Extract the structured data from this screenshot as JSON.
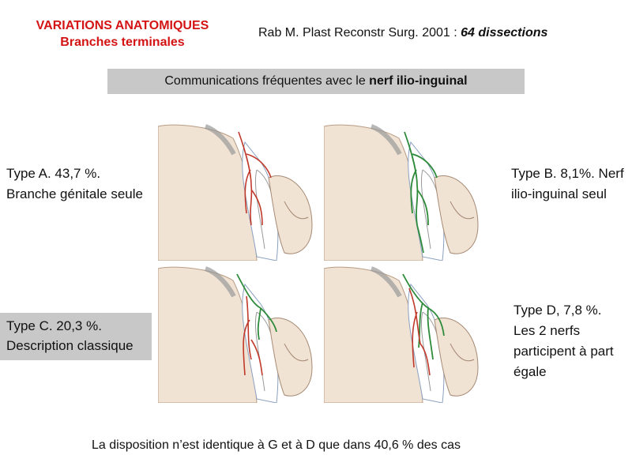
{
  "header": {
    "title_line1": "VARIATIONS ANATOMIQUES",
    "title_line2": "Branches terminales",
    "reference_prefix": "Rab M. Plast Reconstr Surg. 2001 : ",
    "reference_emphasis": "64 dissections"
  },
  "banner": {
    "prefix": "Communications fréquentes avec le ",
    "emphasis": "nerf ilio-inguinal"
  },
  "types": {
    "a": {
      "label": "Type A. 43,7 %. Branche génitale seule"
    },
    "b": {
      "label": "Type B. 8,1%. Nerf ilio-inguinal seul"
    },
    "c": {
      "line1": "Type C. 20,3 %.",
      "line2": "Description classique"
    },
    "d": {
      "label": "Type D, 7,8 %.\n Les 2 nerfs participent à part égale"
    }
  },
  "footer": {
    "text": "La disposition n’est identique à G et à D que dans 40,6 % des cas"
  },
  "colors": {
    "title_red": "#d41414",
    "banner_gray": "#c8c8c8",
    "nerve_red": "#c0392b",
    "nerve_green": "#2e8b3a",
    "skin": "#f1e3d4",
    "skin_shadow": "#d9bfa8"
  },
  "illustrations": [
    {
      "name": "anatomy-illustration-type-a",
      "nerves": [
        "red"
      ]
    },
    {
      "name": "anatomy-illustration-type-b",
      "nerves": [
        "green"
      ]
    },
    {
      "name": "anatomy-illustration-type-c",
      "nerves": [
        "red",
        "green"
      ]
    },
    {
      "name": "anatomy-illustration-type-d",
      "nerves": [
        "red",
        "green"
      ]
    }
  ]
}
